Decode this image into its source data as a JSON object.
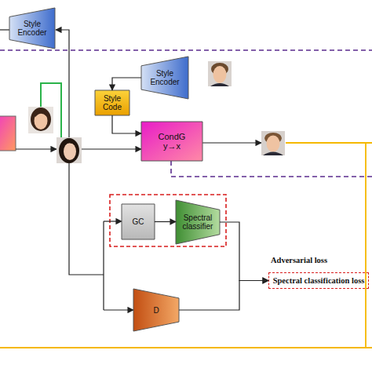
{
  "diagram": {
    "nodes": [
      {
        "text": [
          "Style Encoder"
        ]
      },
      {
        "text": [
          "Style Encoder"
        ]
      },
      {
        "text": [
          "Style Code"
        ]
      },
      {
        "text": [
          "CondG",
          "y→x"
        ]
      },
      {
        "text": [
          "GC"
        ]
      },
      {
        "text": [
          "Spectral classifier"
        ]
      },
      {
        "text": [
          "Spectral classification loss"
        ]
      },
      {
        "text": [
          "D"
        ]
      }
    ],
    "edges": [
      {
        "from": 1,
        "to": 2,
        "arrow": "to"
      },
      {
        "from": 2,
        "to": 3,
        "arrow": "to"
      },
      {
        "from": 4,
        "to": 5,
        "arrow": "to"
      },
      {
        "from": 5,
        "to": 6,
        "arrow": "to"
      },
      {
        "from": 7,
        "to": 6,
        "arrow": "to"
      }
    ],
    "labels": [
      "Adversarial loss"
    ]
  }
}
